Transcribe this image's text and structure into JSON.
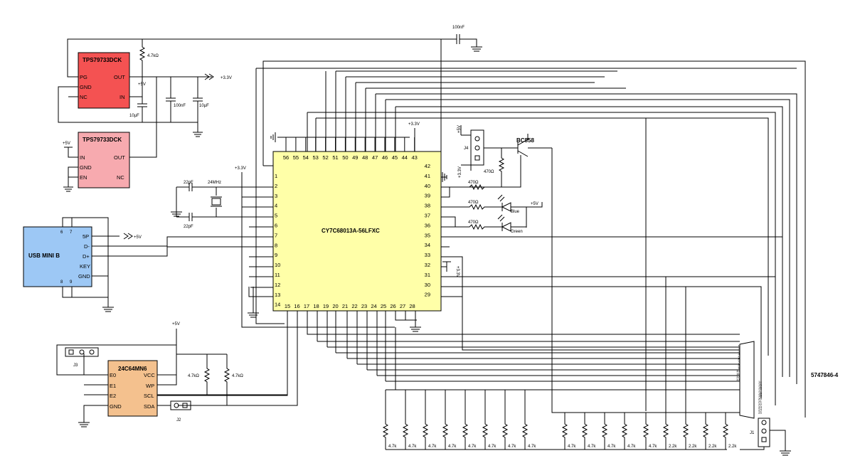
{
  "figure_id": "5747846-4",
  "colors": {
    "reg1": "#f45252",
    "reg2": "#f7aaaf",
    "usb": "#9dc8f5",
    "mcu": "#ffffa8",
    "eeprom": "#f4c18e"
  },
  "reg1": {
    "name": "TPS79733DCK",
    "pins": {
      "pg": "PG",
      "gnd": "GND",
      "nc": "NC",
      "out": "OUT",
      "in": "IN"
    }
  },
  "reg2": {
    "name": "TPS79733DCK",
    "pins": {
      "in": "IN",
      "gnd": "GND",
      "en": "EN",
      "out": "OUT",
      "nc": "NC"
    }
  },
  "usb": {
    "name": "USB MINI B",
    "pins": {
      "p5": "5P",
      "dm": "D-",
      "dp": "D+",
      "key": "KEY",
      "gnd": "GND",
      "n6": "6",
      "n7": "7",
      "n8": "8",
      "n9": "9"
    }
  },
  "mcu": {
    "name": "CY7C68013A-56LFXC",
    "top": [
      "56",
      "55",
      "54",
      "53",
      "52",
      "51",
      "50",
      "49",
      "48",
      "47",
      "46",
      "45",
      "44",
      "43"
    ],
    "left": [
      "1",
      "2",
      "3",
      "4",
      "5",
      "6",
      "7",
      "8",
      "9",
      "10",
      "11",
      "12",
      "13",
      "14"
    ],
    "right": [
      "42",
      "41",
      "40",
      "39",
      "38",
      "37",
      "36",
      "35",
      "34",
      "33",
      "32",
      "31",
      "30",
      "29"
    ],
    "bottom": [
      "15",
      "16",
      "17",
      "18",
      "19",
      "20",
      "21",
      "22",
      "23",
      "24",
      "25",
      "26",
      "27",
      "28"
    ]
  },
  "eeprom": {
    "name": "24C64MN6",
    "pins": {
      "e0": "E0",
      "e1": "E1",
      "e2": "E2",
      "gnd": "GND",
      "vcc": "VCC",
      "wp": "WP",
      "scl": "SCL",
      "sda": "SDA"
    }
  },
  "labels": {
    "v33_out": "+3.3V",
    "v5_reg": "+5V",
    "r_pg": "4.7kΩ",
    "c_10u_a": "10µF",
    "c_100n_b": "100nF",
    "c_10u_c": "10µF",
    "v5_reg2": "+5V",
    "c_100n_top": "100nF",
    "v33_usb": "+5V",
    "v33_left": "+3.3V",
    "v33_top": "+3.3V",
    "c22p_a": "22pF",
    "c22p_b": "22pF",
    "xtal": "24MHz",
    "v5_j4": "+5V",
    "v33_j4": "+3.3V",
    "j4": "J4",
    "bc858": "BC858",
    "r470_a": "470Ω",
    "r470_b": "470Ω",
    "r470_c": "470Ω",
    "r470_d": "470Ω",
    "blue": "Blue",
    "green": "Green",
    "v5_led": "+5V",
    "v33_p32": "+3.3V",
    "v5_eeprom": "+5V",
    "j3": "J3",
    "j2": "J2",
    "r47k_a": "4.7kΩ",
    "r47k_b": "4.7kΩ",
    "j1": "J1"
  },
  "pullups": [
    "4.7k",
    "4.7k",
    "4.7k",
    "4.7k",
    "4.7k",
    "4.7k",
    "4.7k",
    "4.7k",
    "4.7k",
    "4.7k",
    "4.7k",
    "4.7k",
    "4.7k",
    "2.2k",
    "2.2k",
    "2.2k",
    "2.2k"
  ],
  "dsub_pins": [
    "1",
    "2",
    "3",
    "4",
    "5",
    "6",
    "7",
    "8",
    "9",
    "10",
    "11",
    "12",
    "13",
    "14",
    "15",
    "16",
    "17",
    "18",
    "19",
    "20",
    "21",
    "22",
    "23",
    "24",
    "25"
  ]
}
